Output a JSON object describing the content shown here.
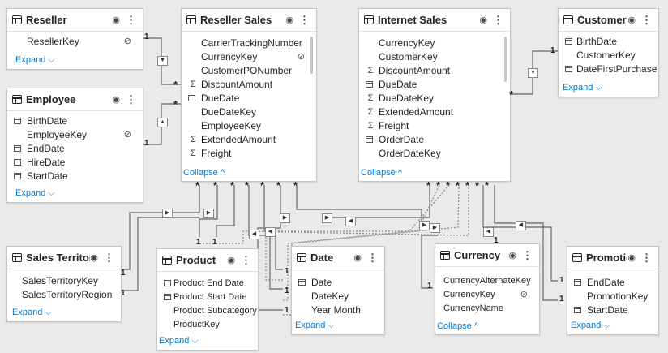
{
  "tables": {
    "reseller": {
      "title": "Reseller",
      "fields": [
        {
          "name": "ResellerKey",
          "icon": "",
          "hidden": true
        }
      ],
      "footer": "Expand"
    },
    "employee": {
      "title": "Employee",
      "fields": [
        {
          "name": "BirthDate",
          "icon": "calendar",
          "hidden": false
        },
        {
          "name": "EmployeeKey",
          "icon": "",
          "hidden": true
        },
        {
          "name": "EndDate",
          "icon": "calendar",
          "hidden": false
        },
        {
          "name": "HireDate",
          "icon": "calendar",
          "hidden": false
        },
        {
          "name": "StartDate",
          "icon": "calendar",
          "hidden": false
        }
      ],
      "footer": "Expand"
    },
    "reseller_sales": {
      "title": "Reseller Sales",
      "fields": [
        {
          "name": "CarrierTrackingNumber",
          "icon": "",
          "hidden": false
        },
        {
          "name": "CurrencyKey",
          "icon": "",
          "hidden": true
        },
        {
          "name": "CustomerPONumber",
          "icon": "",
          "hidden": false
        },
        {
          "name": "DiscountAmount",
          "icon": "sigma",
          "hidden": false
        },
        {
          "name": "DueDate",
          "icon": "calendar",
          "hidden": false
        },
        {
          "name": "DueDateKey",
          "icon": "",
          "hidden": false
        },
        {
          "name": "EmployeeKey",
          "icon": "",
          "hidden": false
        },
        {
          "name": "ExtendedAmount",
          "icon": "sigma",
          "hidden": false
        },
        {
          "name": "Freight",
          "icon": "sigma",
          "hidden": false
        }
      ],
      "footer": "Collapse"
    },
    "internet_sales": {
      "title": "Internet Sales",
      "fields": [
        {
          "name": "CurrencyKey",
          "icon": "",
          "hidden": false
        },
        {
          "name": "CustomerKey",
          "icon": "",
          "hidden": false
        },
        {
          "name": "DiscountAmount",
          "icon": "sigma",
          "hidden": false
        },
        {
          "name": "DueDate",
          "icon": "calendar",
          "hidden": false
        },
        {
          "name": "DueDateKey",
          "icon": "sigma",
          "hidden": false
        },
        {
          "name": "ExtendedAmount",
          "icon": "sigma",
          "hidden": false
        },
        {
          "name": "Freight",
          "icon": "sigma",
          "hidden": false
        },
        {
          "name": "OrderDate",
          "icon": "calendar",
          "hidden": false
        },
        {
          "name": "OrderDateKey",
          "icon": "",
          "hidden": false
        }
      ],
      "footer": "Collapse"
    },
    "customer": {
      "title": "Customer",
      "fields": [
        {
          "name": "BirthDate",
          "icon": "calendar",
          "hidden": false
        },
        {
          "name": "CustomerKey",
          "icon": "",
          "hidden": false
        },
        {
          "name": "DateFirstPurchase",
          "icon": "calendar",
          "hidden": false
        }
      ],
      "footer": "Expand"
    },
    "sales_territory": {
      "title": "Sales Territory",
      "fields": [
        {
          "name": "SalesTerritoryKey",
          "icon": "",
          "hidden": false
        },
        {
          "name": "SalesTerritoryRegion",
          "icon": "",
          "hidden": false
        }
      ],
      "footer": "Expand"
    },
    "product": {
      "title": "Product",
      "fields": [
        {
          "name": "Product End Date",
          "icon": "calendar",
          "hidden": false
        },
        {
          "name": "Product Start Date",
          "icon": "calendar",
          "hidden": false
        },
        {
          "name": "Product Subcategory",
          "icon": "",
          "hidden": false
        },
        {
          "name": "ProductKey",
          "icon": "",
          "hidden": false
        }
      ],
      "footer": "Expand"
    },
    "date": {
      "title": "Date",
      "fields": [
        {
          "name": "Date",
          "icon": "calendar",
          "hidden": false
        },
        {
          "name": "DateKey",
          "icon": "",
          "hidden": false
        },
        {
          "name": "Year Month",
          "icon": "",
          "hidden": false
        }
      ],
      "footer": "Expand"
    },
    "currency": {
      "title": "Currency",
      "fields": [
        {
          "name": "CurrencyAlternateKey",
          "icon": "",
          "hidden": false
        },
        {
          "name": "CurrencyKey",
          "icon": "",
          "hidden": true
        },
        {
          "name": "CurrencyName",
          "icon": "",
          "hidden": false
        }
      ],
      "footer": "Collapse"
    },
    "promotion": {
      "title": "Promotion",
      "fields": [
        {
          "name": "EndDate",
          "icon": "calendar",
          "hidden": false
        },
        {
          "name": "PromotionKey",
          "icon": "",
          "hidden": false
        },
        {
          "name": "StartDate",
          "icon": "calendar",
          "hidden": false
        }
      ],
      "footer": "Expand"
    }
  },
  "relationships": [
    {
      "from": "Reseller",
      "to": "Reseller Sales",
      "from_cardinality": "1",
      "to_cardinality": "*"
    },
    {
      "from": "Employee",
      "to": "Reseller Sales",
      "from_cardinality": "1",
      "to_cardinality": "*"
    },
    {
      "from": "Customer",
      "to": "Internet Sales",
      "from_cardinality": "1",
      "to_cardinality": "*"
    },
    {
      "from": "Sales Territory",
      "to": "Reseller Sales",
      "from_cardinality": "1",
      "to_cardinality": "*"
    },
    {
      "from": "Product",
      "to": "Reseller Sales",
      "from_cardinality": "1",
      "to_cardinality": "*"
    },
    {
      "from": "Date",
      "to": "Reseller Sales",
      "from_cardinality": "1",
      "to_cardinality": "*"
    },
    {
      "from": "Currency",
      "to": "Internet Sales",
      "from_cardinality": "1",
      "to_cardinality": "*"
    },
    {
      "from": "Promotion",
      "to": "Internet Sales",
      "from_cardinality": "1",
      "to_cardinality": "*"
    }
  ],
  "labels": {
    "many": "*",
    "one": "1",
    "expand_chevron": "⌵",
    "collapse_chevron": "^"
  }
}
